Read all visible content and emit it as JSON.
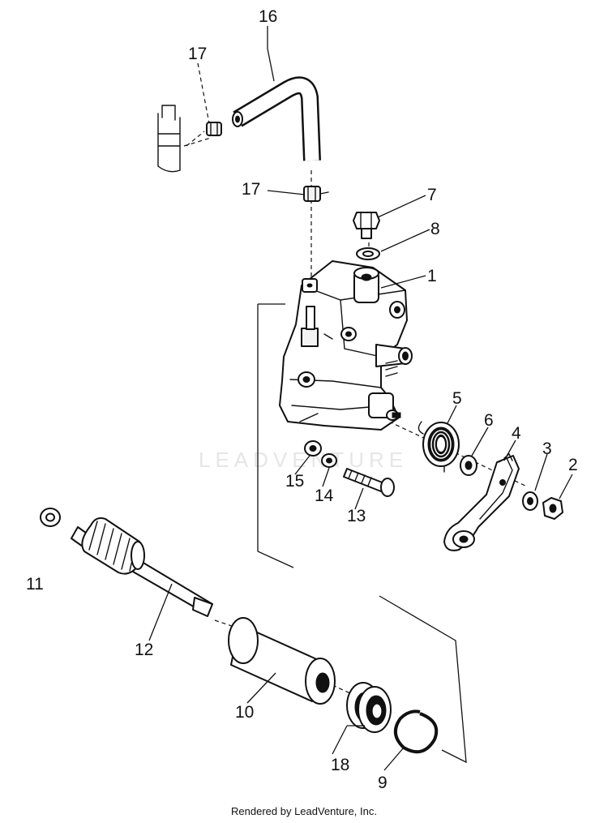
{
  "diagram": {
    "type": "exploded parts diagram",
    "watermark": "LEADVENTURE",
    "callouts": [
      "1",
      "2",
      "3",
      "4",
      "5",
      "6",
      "7",
      "8",
      "9",
      "10",
      "11",
      "12",
      "13",
      "14",
      "15",
      "16",
      "17",
      "17",
      "18"
    ]
  },
  "labels": {
    "p1": "1",
    "p2": "2",
    "p3": "3",
    "p4": "4",
    "p5": "5",
    "p6": "6",
    "p7": "7",
    "p8": "8",
    "p9": "9",
    "p10": "10",
    "p11": "11",
    "p12": "12",
    "p13": "13",
    "p14": "14",
    "p15": "15",
    "p16": "16",
    "p17a": "17",
    "p17b": "17",
    "p18": "18"
  },
  "footer": {
    "text": "Rendered by LeadVenture, Inc."
  }
}
